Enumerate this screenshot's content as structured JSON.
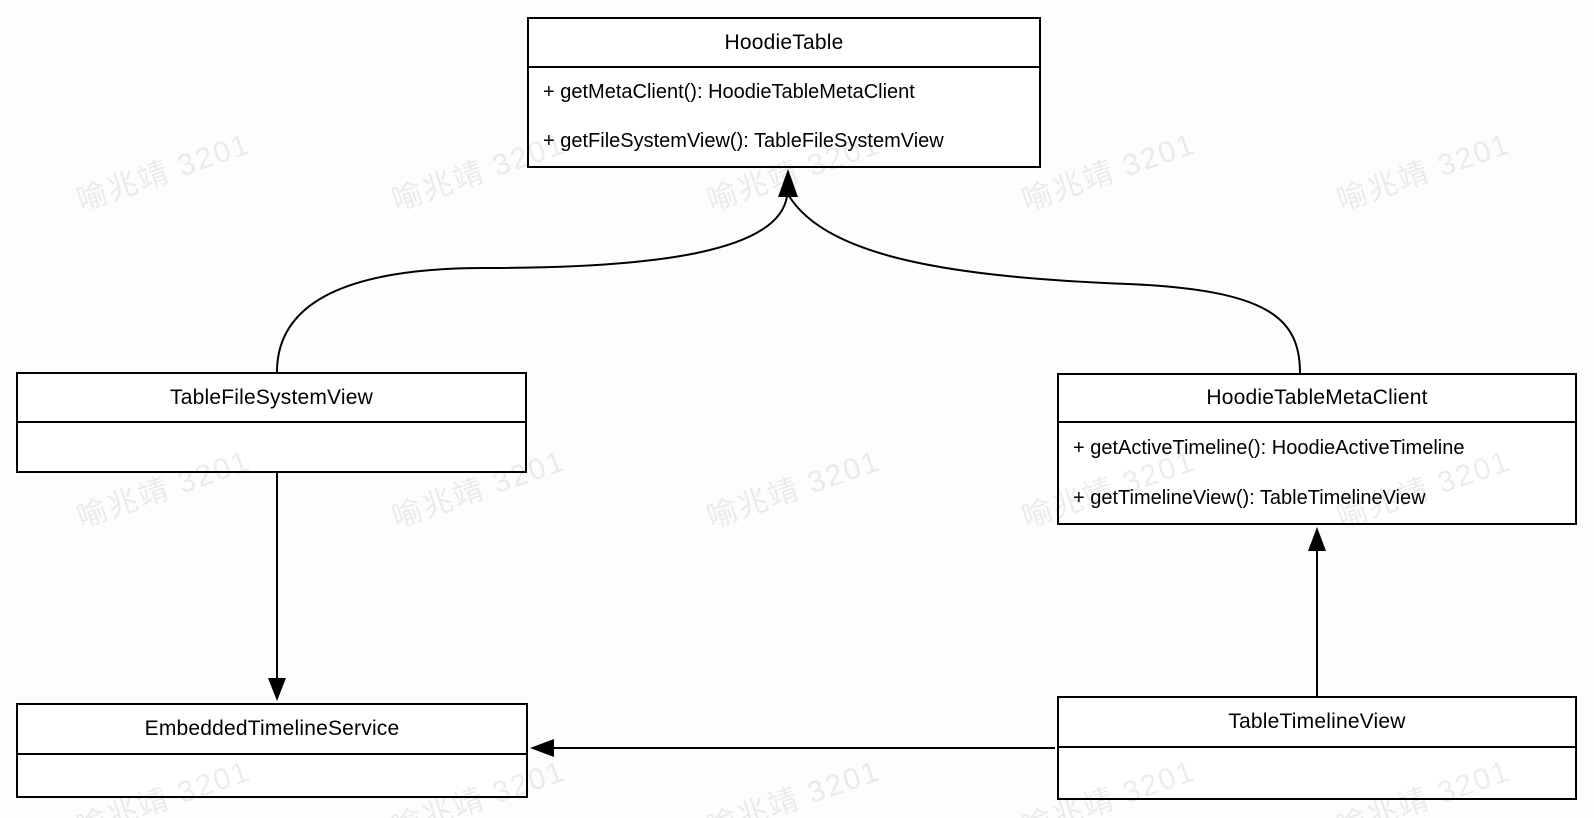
{
  "diagram": {
    "classes": [
      {
        "name": "HoodieTable",
        "methods": [
          "+ getMetaClient(): HoodieTableMetaClient",
          "+ getFileSystemView(): TableFileSystemView"
        ]
      },
      {
        "name": "TableFileSystemView",
        "methods": []
      },
      {
        "name": "HoodieTableMetaClient",
        "methods": [
          "+ getActiveTimeline(): HoodieActiveTimeline",
          "+ getTimelineView(): TableTimelineView"
        ]
      },
      {
        "name": "EmbeddedTimelineService",
        "methods": []
      },
      {
        "name": "TableTimelineView",
        "methods": []
      }
    ],
    "relations": [
      {
        "from": "TableFileSystemView",
        "to": "HoodieTable",
        "style": "curved-arrow-up"
      },
      {
        "from": "HoodieTableMetaClient",
        "to": "HoodieTable",
        "style": "curved-arrow-up"
      },
      {
        "from": "TableFileSystemView",
        "to": "EmbeddedTimelineService",
        "style": "straight-arrow-down"
      },
      {
        "from": "TableTimelineView",
        "to": "HoodieTableMetaClient",
        "style": "straight-arrow-up"
      },
      {
        "from": "TableTimelineView",
        "to": "EmbeddedTimelineService",
        "style": "straight-arrow-left"
      }
    ],
    "colors": {
      "line": "#000000",
      "box_fill": "#ffffff",
      "background": "#fdfdfd",
      "watermark": "rgba(0,0,0,0.075)"
    }
  },
  "watermark": {
    "text": "喻兆靖 3201"
  }
}
